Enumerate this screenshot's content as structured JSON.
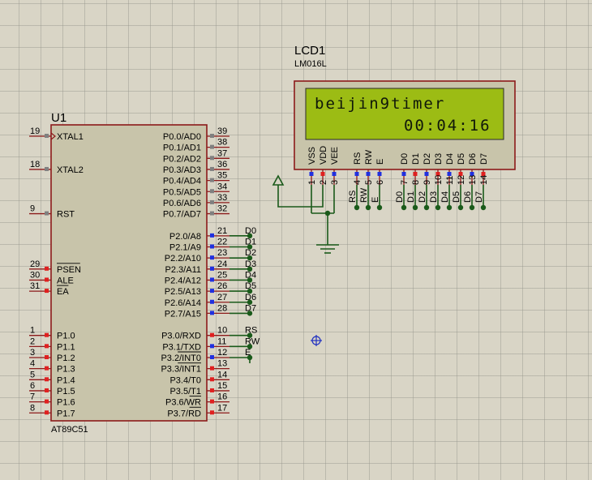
{
  "u1": {
    "ref": "U1",
    "part": "AT89C51",
    "left_pins": [
      {
        "num": "19",
        "name": "XTAL1",
        "row": 0
      },
      {
        "num": "18",
        "name": "XTAL2",
        "row": 3
      },
      {
        "num": "9",
        "name": "RST",
        "row": 7
      },
      {
        "num": "29",
        "name": "PSEN",
        "row": 12
      },
      {
        "num": "30",
        "name": "ALE",
        "row": 13
      },
      {
        "num": "31",
        "name": "EA",
        "row": 14
      },
      {
        "num": "1",
        "name": "P1.0",
        "row": 18
      },
      {
        "num": "2",
        "name": "P1.1",
        "row": 19
      },
      {
        "num": "3",
        "name": "P1.2",
        "row": 20
      },
      {
        "num": "4",
        "name": "P1.3",
        "row": 21
      },
      {
        "num": "5",
        "name": "P1.4",
        "row": 22
      },
      {
        "num": "6",
        "name": "P1.5",
        "row": 23
      },
      {
        "num": "7",
        "name": "P1.6",
        "row": 24
      },
      {
        "num": "8",
        "name": "P1.7",
        "row": 25
      }
    ],
    "right_pins": [
      {
        "num": "39",
        "name": "P0.0/AD0",
        "row": 0
      },
      {
        "num": "38",
        "name": "P0.1/AD1",
        "row": 1
      },
      {
        "num": "37",
        "name": "P0.2/AD2",
        "row": 2
      },
      {
        "num": "36",
        "name": "P0.3/AD3",
        "row": 3
      },
      {
        "num": "35",
        "name": "P0.4/AD4",
        "row": 4
      },
      {
        "num": "34",
        "name": "P0.5/AD5",
        "row": 5
      },
      {
        "num": "33",
        "name": "P0.6/AD6",
        "row": 6
      },
      {
        "num": "32",
        "name": "P0.7/AD7",
        "row": 7
      },
      {
        "num": "21",
        "name": "P2.0/A8",
        "row": 9,
        "net": "D0"
      },
      {
        "num": "22",
        "name": "P2.1/A9",
        "row": 10,
        "net": "D1"
      },
      {
        "num": "23",
        "name": "P2.2/A10",
        "row": 11,
        "net": "D2"
      },
      {
        "num": "24",
        "name": "P2.3/A11",
        "row": 12,
        "net": "D3"
      },
      {
        "num": "25",
        "name": "P2.4/A12",
        "row": 13,
        "net": "D4"
      },
      {
        "num": "26",
        "name": "P2.5/A13",
        "row": 14,
        "net": "D5"
      },
      {
        "num": "27",
        "name": "P2.6/A14",
        "row": 15,
        "net": "D6"
      },
      {
        "num": "28",
        "name": "P2.7/A15",
        "row": 16,
        "net": "D7"
      },
      {
        "num": "10",
        "name": "P3.0/RXD",
        "row": 18,
        "net": "RS"
      },
      {
        "num": "11",
        "name": "P3.1/TXD",
        "row": 19,
        "net": "RW"
      },
      {
        "num": "12",
        "name": "P3.2/INT0",
        "row": 20,
        "net": "E"
      },
      {
        "num": "13",
        "name": "P3.3/INT1",
        "row": 21
      },
      {
        "num": "14",
        "name": "P3.4/T0",
        "row": 22
      },
      {
        "num": "15",
        "name": "P3.5/T1",
        "row": 23
      },
      {
        "num": "16",
        "name": "P3.6/WR",
        "row": 24
      },
      {
        "num": "17",
        "name": "P3.7/RD",
        "row": 25
      }
    ]
  },
  "lcd1": {
    "ref": "LCD1",
    "part": "LM016L",
    "line1": "beijin9timer",
    "line2": "00:04:16",
    "pins": [
      {
        "label": "VSS",
        "num": "1",
        "net": ""
      },
      {
        "label": "VDD",
        "num": "2",
        "net": ""
      },
      {
        "label": "VEE",
        "num": "3",
        "net": ""
      },
      {
        "label": "RS",
        "num": "4",
        "net": "RS"
      },
      {
        "label": "RW",
        "num": "5",
        "net": "RW"
      },
      {
        "label": "E",
        "num": "6",
        "net": "E"
      },
      {
        "label": "D0",
        "num": "7",
        "net": "D0"
      },
      {
        "label": "D1",
        "num": "8",
        "net": "D1"
      },
      {
        "label": "D2",
        "num": "9",
        "net": "D2"
      },
      {
        "label": "D3",
        "num": "10",
        "net": "D3"
      },
      {
        "label": "D4",
        "num": "11",
        "net": "D4"
      },
      {
        "label": "D5",
        "num": "12",
        "net": "D5"
      },
      {
        "label": "D6",
        "num": "13",
        "net": "D6"
      },
      {
        "label": "D7",
        "num": "14",
        "net": "D7"
      }
    ]
  },
  "colors": {
    "body_fill": "#c8c4aa",
    "body_stroke": "#8c1a1a",
    "wire": "#1a5a1a",
    "lcd_screen": "#9cbc14",
    "pin_red": "#e02020",
    "pin_blue": "#2030e0",
    "pin_gray": "#808080"
  }
}
